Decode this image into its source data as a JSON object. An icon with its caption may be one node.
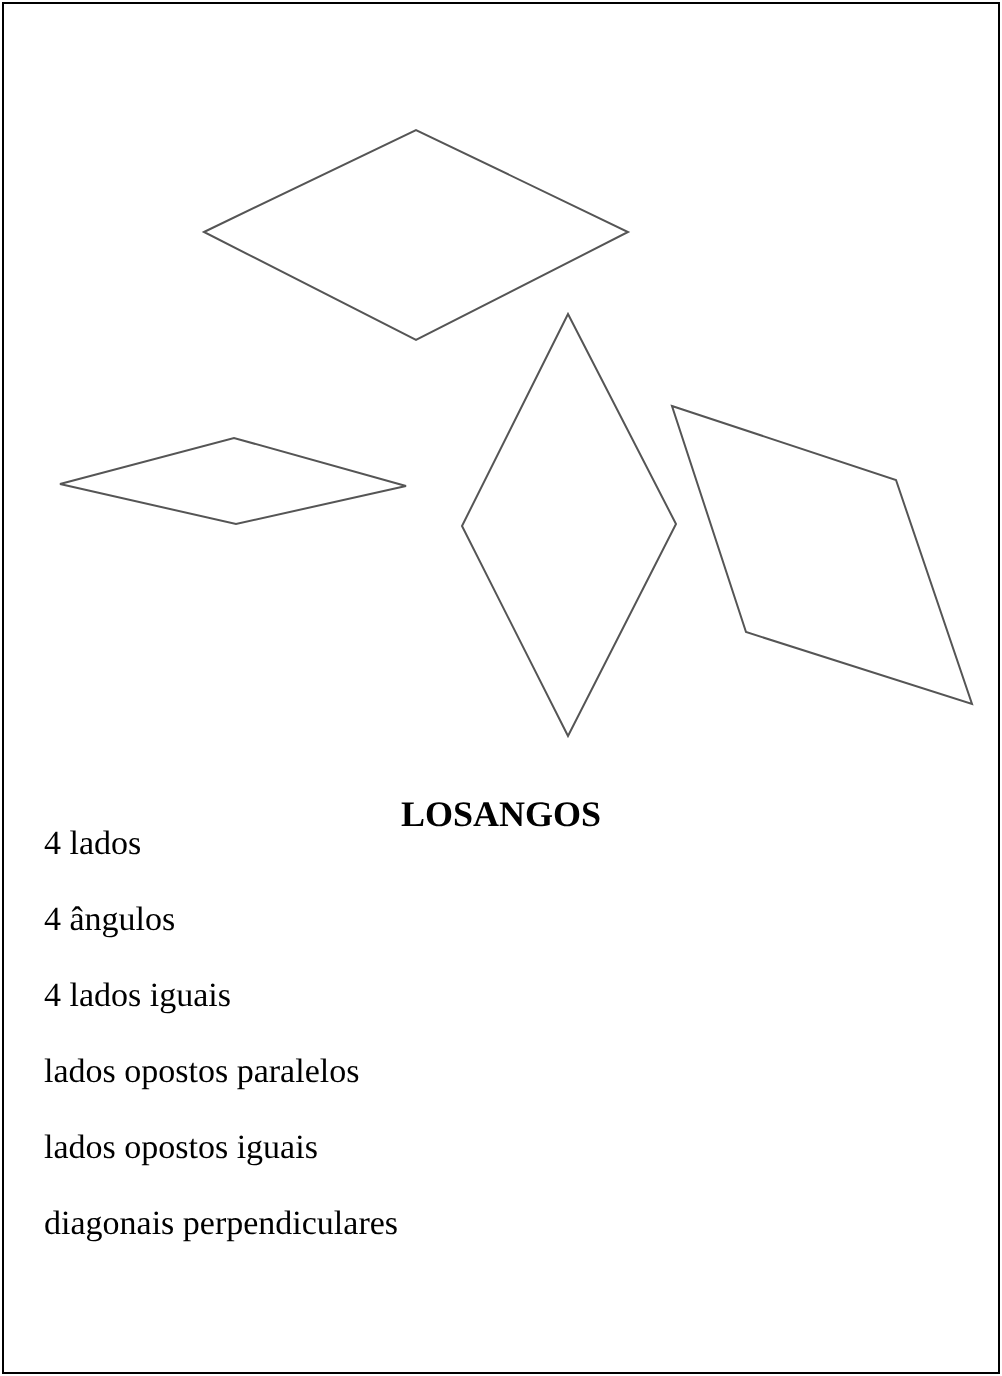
{
  "diagram": {
    "title": "LOSANGOS",
    "labels": [
      "4 lados",
      "4 ângulos",
      "4 lados iguais",
      "lados opostos paralelos",
      "lados opostos iguais",
      "diagonais perpendiculares"
    ]
  }
}
